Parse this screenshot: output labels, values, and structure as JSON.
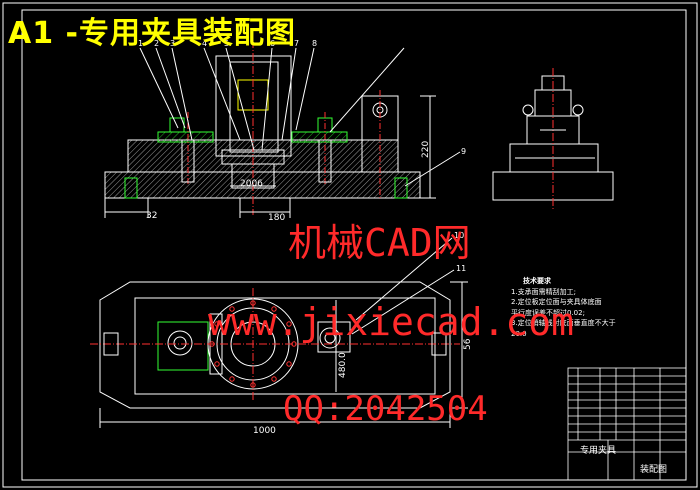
{
  "title": "A1 -专用夹具装配图",
  "watermarks": {
    "site_cn": "机械CAD网",
    "url": "www.jixiecad.com",
    "qq": "QQ:2042504"
  },
  "dimensions": {
    "d1": "2006",
    "d2": "180",
    "d3": "32",
    "d4": "220",
    "d5": "1000",
    "d6": "480.0",
    "d7": "56"
  },
  "balloons": [
    "1",
    "2",
    "3",
    "4",
    "5",
    "6",
    "7",
    "8",
    "9",
    "10",
    "11"
  ],
  "tech_requirements": {
    "heading": "技术要求",
    "lines": [
      "1.支承面需精刮加工;",
      "2.定位板定位面与夹具体底面",
      "  平行度误差不超过0.02;",
      "3.定位销轴线对底面垂直度不大于",
      "  20.0"
    ]
  },
  "title_block": {
    "name": "专用夹具",
    "drawing": "装配图"
  },
  "colors": {
    "background": "#000000",
    "line": "#ffffff",
    "title": "#ffff00",
    "watermark": "#ff2a2a",
    "centerline": "#ff3030",
    "green": "#33ff33",
    "cyan": "#33ffff"
  }
}
